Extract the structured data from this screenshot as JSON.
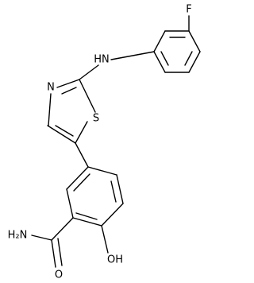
{
  "atom_labels": {
    "fluorine": "F",
    "amine_nh": "HN",
    "thiazole_n": "N",
    "thiazole_s": "S",
    "amide_nh2": "H₂N",
    "carbonyl_o": "O",
    "hydroxyl": "OH"
  }
}
